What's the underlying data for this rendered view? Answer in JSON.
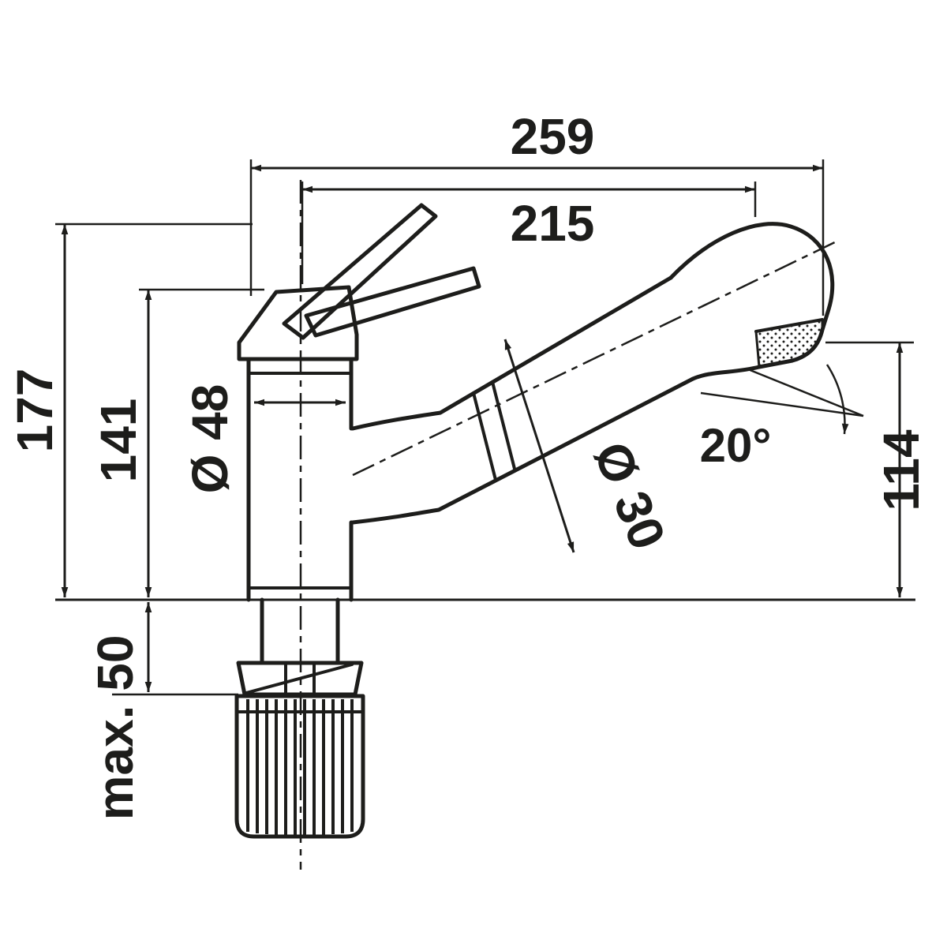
{
  "drawing": {
    "line_color": "#1d1d1b",
    "background_color": "#ffffff",
    "dimensions": {
      "total_reach": "259",
      "spout_reach": "215",
      "total_height": "177",
      "body_height": "141",
      "body_diameter": "Ø 48",
      "spout_tube_diameter": "Ø 30",
      "spray_head_angle": "20°",
      "outlet_height": "114",
      "max_counter_thickness": "max. 50"
    }
  }
}
